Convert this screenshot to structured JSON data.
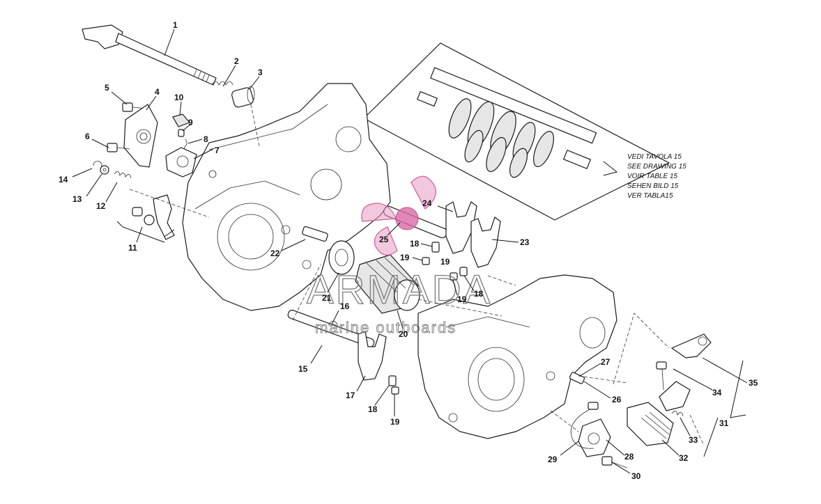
{
  "note": {
    "lines": [
      "VEDI TAVOLA 15",
      "SEE DRAWING 15",
      "VOIR TABLE 15",
      "SEHEN BILD 15",
      "VER TABLA15"
    ]
  },
  "watermark": {
    "brand": "ARMADA",
    "tagline": "marine outboards",
    "logo_color": "#e79ac3"
  },
  "callouts": [
    "1",
    "2",
    "3",
    "4",
    "5",
    "6",
    "7",
    "8",
    "9",
    "10",
    "11",
    "12",
    "13",
    "14",
    "15",
    "16",
    "17",
    "18",
    "19",
    "20",
    "21",
    "22",
    "23",
    "24",
    "25",
    "18",
    "19",
    "18",
    "19",
    "26",
    "27",
    "28",
    "29",
    "30",
    "31",
    "32",
    "33",
    "34",
    "35",
    "19"
  ]
}
